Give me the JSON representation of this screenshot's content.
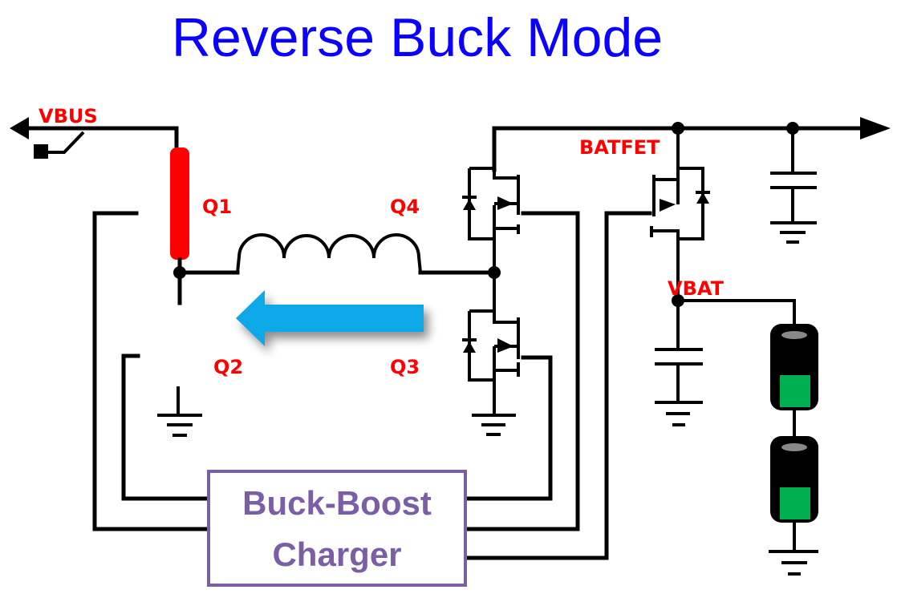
{
  "title": "Reverse Buck Mode",
  "labels": {
    "vbus": "VBUS",
    "q1": "Q1",
    "q2": "Q2",
    "q3": "Q3",
    "q4": "Q4",
    "batfet": "BATFET",
    "vbat": "VBAT"
  },
  "controller": {
    "line1": "Buck-Boost",
    "line2": "Charger"
  },
  "colors": {
    "title": "#0a00ff",
    "labels": "#ff0000",
    "active_switch": "#ff0000",
    "current_arrow": "#0aa8e8",
    "controller": "#7b5fa6",
    "battery_charge": "#00b050"
  },
  "current_flow_direction": "left"
}
